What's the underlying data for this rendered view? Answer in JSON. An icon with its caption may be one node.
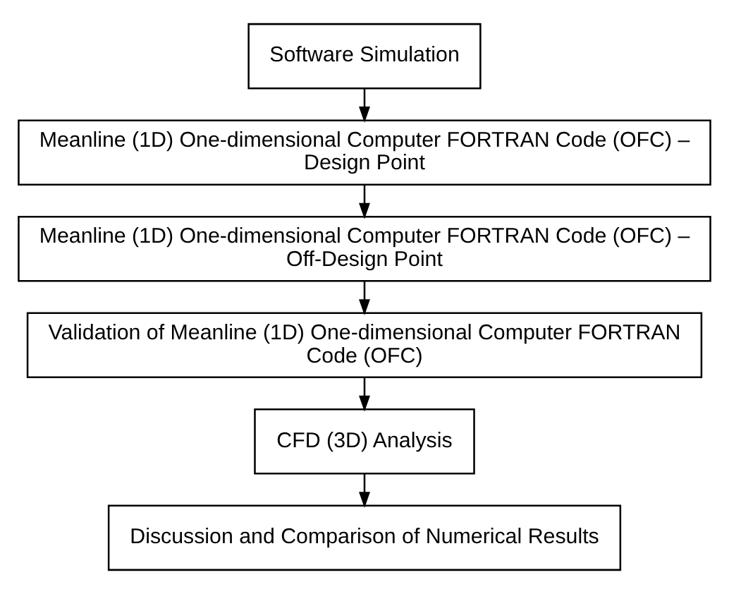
{
  "diagram": {
    "nodes": [
      {
        "text": [
          "Software Simulation"
        ]
      },
      {
        "text": [
          "Meanline (1D) One-dimensional Computer FORTRAN Code (OFC) – Design Point"
        ]
      },
      {
        "text": [
          "Meanline (1D) One-dimensional Computer FORTRAN Code (OFC) – Off-Design Point"
        ]
      },
      {
        "text": [
          "Validation of Meanline (1D) One-dimensional Computer FORTRAN Code (OFC)"
        ]
      },
      {
        "text": [
          "CFD (3D) Analysis"
        ]
      },
      {
        "text": [
          "Discussion and Comparison of Numerical Results"
        ]
      }
    ],
    "edges": [
      {
        "from": 0,
        "to": 1,
        "arrow": "to"
      },
      {
        "from": 1,
        "to": 2,
        "arrow": "to"
      },
      {
        "from": 2,
        "to": 3,
        "arrow": "to"
      },
      {
        "from": 3,
        "to": 4,
        "arrow": "to"
      },
      {
        "from": 4,
        "to": 5,
        "arrow": "to"
      }
    ]
  }
}
